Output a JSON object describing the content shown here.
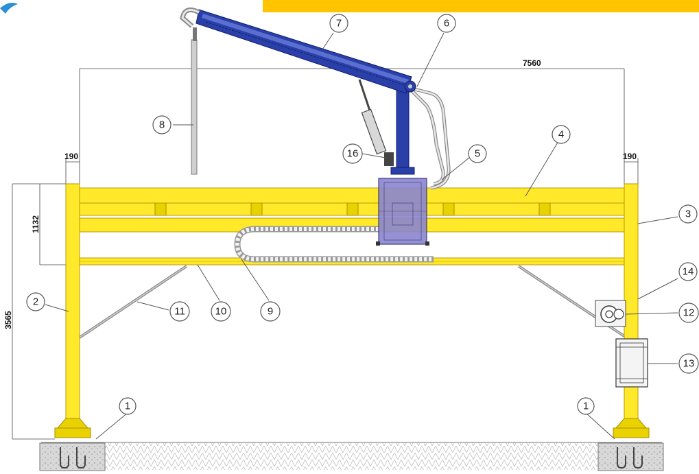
{
  "header_bar_color": "#ffc400",
  "dimensions": {
    "overall_width": "7560",
    "left_offset": "190",
    "right_offset": "190",
    "beam_height": "1132",
    "total_height": "3565"
  },
  "callouts": [
    {
      "id": "c1a",
      "num": "1"
    },
    {
      "id": "c1b",
      "num": "1"
    },
    {
      "id": "c2",
      "num": "2"
    },
    {
      "id": "c3",
      "num": "3"
    },
    {
      "id": "c4",
      "num": "4"
    },
    {
      "id": "c5",
      "num": "5"
    },
    {
      "id": "c6",
      "num": "6"
    },
    {
      "id": "c7",
      "num": "7"
    },
    {
      "id": "c8",
      "num": "8"
    },
    {
      "id": "c9",
      "num": "9"
    },
    {
      "id": "c10",
      "num": "10"
    },
    {
      "id": "c11",
      "num": "11"
    },
    {
      "id": "c12",
      "num": "12"
    },
    {
      "id": "c13",
      "num": "13"
    },
    {
      "id": "c14",
      "num": "14"
    },
    {
      "id": "c16",
      "num": "16"
    }
  ],
  "colors": {
    "frame_yellow": "#ffe92a",
    "arm_blue": "#2a3fa8",
    "carriage_violet": "#8a86d0"
  }
}
